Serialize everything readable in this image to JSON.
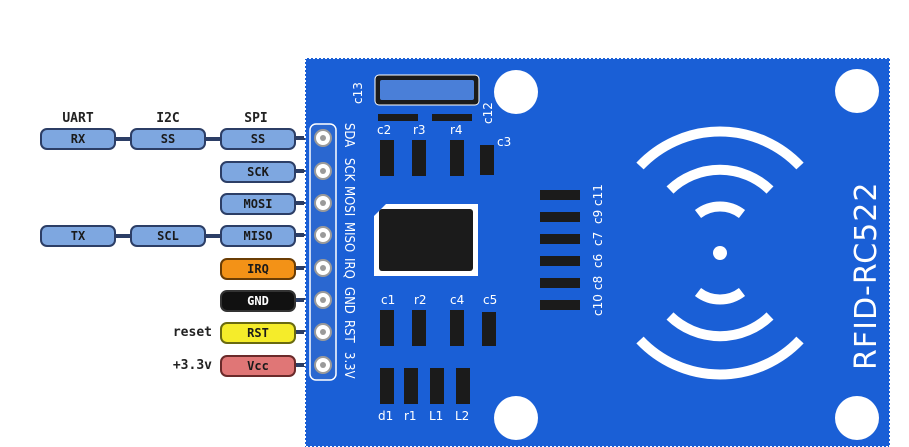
{
  "headers": {
    "uart": "UART",
    "i2c": "I2C",
    "spi": "SPI"
  },
  "rows": [
    {
      "uart": "RX",
      "i2c": "SS",
      "spi": "SS",
      "color": "blue"
    },
    {
      "spi": "SCK",
      "color": "blue"
    },
    {
      "spi": "MOSI",
      "color": "blue"
    },
    {
      "uart": "TX",
      "i2c": "SCL",
      "spi": "MISO",
      "color": "blue"
    },
    {
      "spi": "IRQ",
      "color": "orange"
    },
    {
      "spi": "GND",
      "color": "black"
    },
    {
      "spi": "RST",
      "color": "yellow",
      "side": "reset"
    },
    {
      "spi": "Vcc",
      "color": "red",
      "side": "+3.3v"
    }
  ],
  "board": {
    "pin_labels": [
      "SDA",
      "SCK",
      "MOSI",
      "MISO",
      "IRQ",
      "GND",
      "RST",
      "3.3V"
    ],
    "title": "RFID-RC522",
    "component_labels": {
      "c13": "c13",
      "c12": "c12",
      "c2": "c2",
      "r3": "r3",
      "r4": "r4",
      "c3": "c3",
      "c11": "c11",
      "c9": "c9",
      "c7": "c7",
      "c6": "c6",
      "c8": "c8",
      "c10": "c10",
      "c1": "c1",
      "r2": "r2",
      "c4": "c4",
      "c5": "c5",
      "d1": "d1",
      "r1": "r1",
      "L1": "L1",
      "L2": "L2"
    },
    "colors": {
      "board": "#1a5fd6",
      "board_edge": "#ffffff",
      "text": "#ffffff",
      "chip": "#1b1b1b",
      "hole": "#ffffff"
    }
  }
}
